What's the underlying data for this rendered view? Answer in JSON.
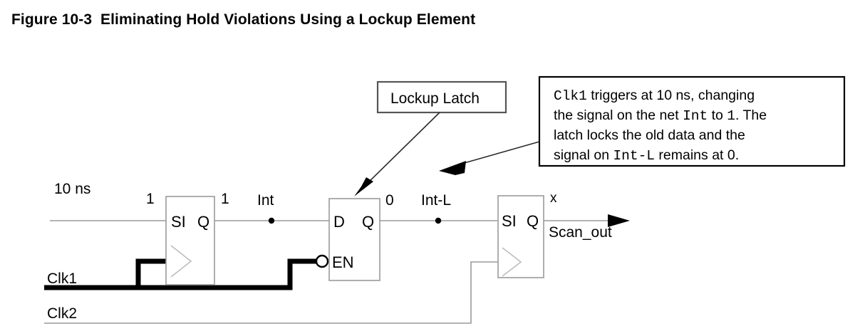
{
  "figure": {
    "title": "Figure 10-3  Eliminating Hold Violations Using a Lockup Element"
  },
  "callout": {
    "label": "Lockup Latch"
  },
  "note": {
    "lines": [
      [
        {
          "text": "Clk1",
          "style": "mono"
        },
        {
          "text": " triggers at 10 ns, changing",
          "style": "sans"
        }
      ],
      [
        {
          "text": "the signal on the net ",
          "style": "sans"
        },
        {
          "text": "Int",
          "style": "mono"
        },
        {
          "text": " to ",
          "style": "sans"
        },
        {
          "text": "1",
          "style": "mono"
        },
        {
          "text": ". The",
          "style": "sans"
        }
      ],
      [
        {
          "text": "latch locks the old data and the",
          "style": "sans"
        }
      ],
      [
        {
          "text": "signal on ",
          "style": "sans"
        },
        {
          "text": "Int-L",
          "style": "mono"
        },
        {
          "text": " remains at 0.",
          "style": "sans"
        }
      ]
    ],
    "plain": "Clk1 triggers at 10 ns, changing the signal on the net Int to 1. The latch locks the old data and the signal on Int-L remains at 0."
  },
  "diagram": {
    "timing_label": "10 ns",
    "clocks": [
      {
        "name": "Clk1",
        "emphasis": "thick"
      },
      {
        "name": "Clk2",
        "emphasis": "thin"
      }
    ],
    "nets": [
      {
        "name": "Int"
      },
      {
        "name": "Int-L"
      }
    ],
    "values": {
      "ff1_input": "1",
      "ff1_output": "1",
      "latch_output": "0",
      "ff2_output": "x"
    },
    "output_port": "Scan_out",
    "elements": [
      {
        "id": "ff1",
        "kind": "flip-flop",
        "pins": {
          "input": "SI",
          "output": "Q"
        }
      },
      {
        "id": "lockup-latch",
        "kind": "latch",
        "pins": {
          "data": "D",
          "output": "Q",
          "enable": "EN"
        }
      },
      {
        "id": "ff2",
        "kind": "flip-flop",
        "pins": {
          "input": "SI",
          "output": "Q"
        }
      }
    ]
  },
  "colors": {
    "wire": "#9a9a9a",
    "clk1": "#000000",
    "text": "#000000",
    "box_border": "#9a9a9a",
    "note_border": "#000000"
  }
}
